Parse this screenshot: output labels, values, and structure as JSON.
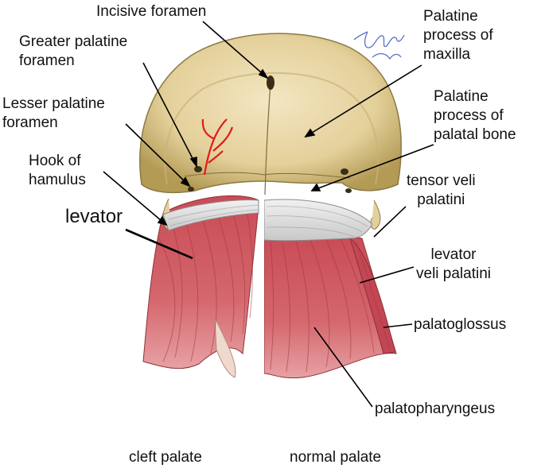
{
  "labels": {
    "incisive_foramen": "Incisive foramen",
    "greater_palatine_foramen": [
      "Greater palatine",
      "foramen"
    ],
    "lesser_palatine_foramen": [
      "Lesser palatine",
      "foramen"
    ],
    "hook_of_hamulus": [
      "Hook of",
      "hamulus"
    ],
    "levator_left": "levator",
    "palatine_process_maxilla": [
      "Palatine",
      "process of",
      "maxilla"
    ],
    "palatine_process_palatal_bone": [
      "Palatine",
      "process of",
      "palatal bone"
    ],
    "tensor_veli_palatini": [
      "tensor veli",
      "palatini"
    ],
    "levator_veli_palatini": [
      "levator",
      "veli palatini"
    ],
    "palatoglossus": "palatoglossus",
    "palatopharyngeus": "palatopharyngeus"
  },
  "captions": {
    "left": "cleft palate",
    "right": "normal palate"
  },
  "signature": "Arlene Ind.",
  "colors": {
    "bone": "#e8d7a6",
    "bone_shadow": "#b79e5c",
    "muscle": "#cf5a62",
    "muscle_dark": "#9e3640",
    "tendon": "#dcdcdc",
    "artery": "#e11a1a",
    "leader": "#000000",
    "signature": "#5a6fc9"
  }
}
